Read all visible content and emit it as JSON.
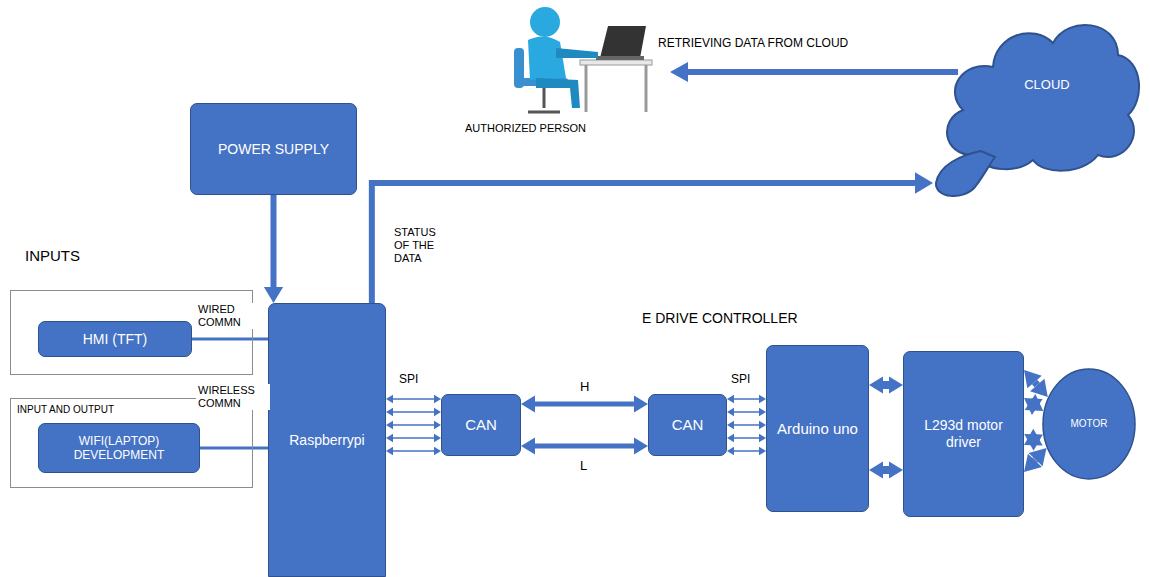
{
  "diagram": {
    "nodes": [
      {
        "text": [
          "POWER SUPPLY"
        ]
      },
      {
        "text": [
          "INPUTS"
        ]
      },
      {
        "text": [
          "HMI (TFT)"
        ],
        "in": 1
      },
      {
        "text": [
          "INPUT AND OUTPUT"
        ]
      },
      {
        "text": [
          "WIFI(LAPTOP) DEVELOPMENT"
        ],
        "in": 3
      },
      {
        "text": [
          "Raspberrypi"
        ]
      },
      {
        "text": [
          "CAN"
        ]
      },
      {
        "text": [
          "CAN"
        ]
      },
      {
        "text": [
          "Arduino uno"
        ]
      },
      {
        "text": [
          "L293d motor driver"
        ]
      },
      {
        "text": [
          "MOTOR"
        ]
      },
      {
        "text": [
          "CLOUD"
        ]
      }
    ],
    "edges": [
      {
        "from": 0,
        "to": 5,
        "arrow": "to"
      },
      {
        "from": 2,
        "to": 5,
        "label": "WIRED COMMN",
        "arrow": "none"
      },
      {
        "from": 4,
        "to": 5,
        "label": "WIRELESS COMMN",
        "arrow": "none"
      },
      {
        "from": 5,
        "to": 11,
        "label": "STATUS OF THE DATA",
        "arrow": "to"
      },
      {
        "from": 5,
        "to": 6,
        "label": "SPI",
        "arrow": "both"
      },
      {
        "from": 6,
        "to": 7,
        "label": "H",
        "arrow": "both"
      },
      {
        "from": 6,
        "to": 7,
        "label": "L",
        "arrow": "both"
      },
      {
        "from": 7,
        "to": 8,
        "label": "SPI",
        "arrow": "both"
      },
      {
        "from": 8,
        "to": 9,
        "arrow": "both"
      },
      {
        "from": 8,
        "to": 9,
        "arrow": "both"
      },
      {
        "from": 9,
        "to": 10,
        "arrow": "both"
      },
      {
        "from": 9,
        "to": 10,
        "arrow": "both"
      },
      {
        "from": 9,
        "to": 10,
        "arrow": "both"
      },
      {
        "from": 9,
        "to": 10,
        "arrow": "both"
      }
    ],
    "labels": [
      "AUTHORIZED PERSON",
      "RETRIEVING DATA FROM CLOUD",
      "E DRIVE CONTROLLER"
    ]
  }
}
